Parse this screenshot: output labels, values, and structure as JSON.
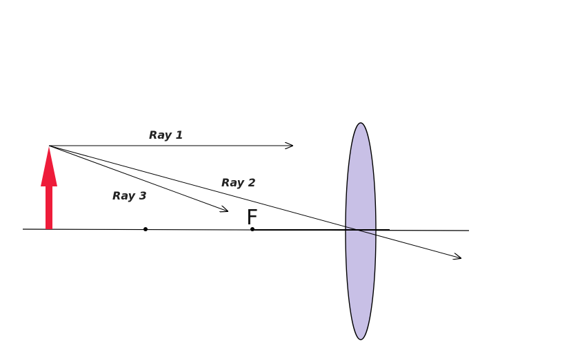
{
  "labels": {
    "ray1": "Ray 1",
    "ray2": "Ray 2",
    "ray3": "Ray 3",
    "focal_point": "F"
  },
  "colors": {
    "background": "#ffffff",
    "line": "#000000",
    "object_arrow": "#ee1c3a",
    "lens_fill": "#c8c0e6",
    "lens_stroke": "#000000"
  }
}
